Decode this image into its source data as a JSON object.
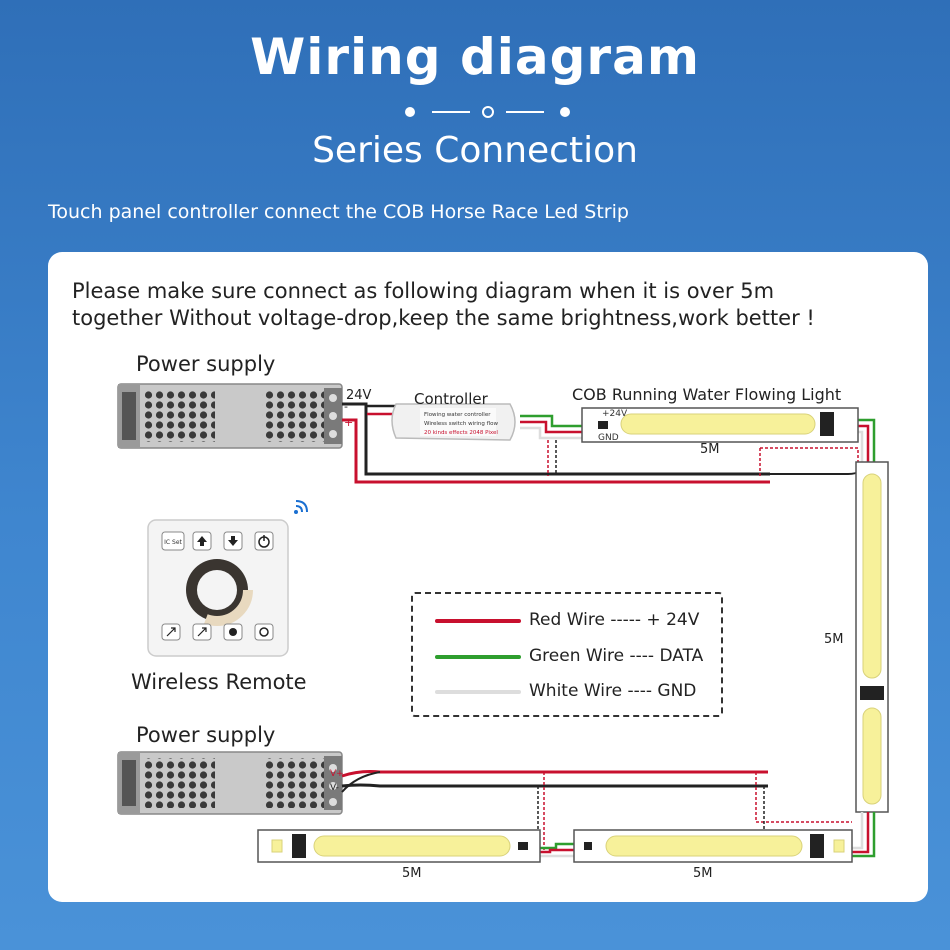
{
  "header": {
    "title": "Wiring diagram",
    "subtitle": "Series Connection",
    "intro": "Touch panel controller connect the COB Horse Race Led Strip"
  },
  "note": {
    "line1": "Please make sure connect as following diagram when it is over 5m",
    "line2": "together Without voltage-drop,keep the same brightness,work better !"
  },
  "labels": {
    "power_supply_top": "Power supply",
    "power_supply_bottom": "Power supply",
    "voltage": "24V",
    "controller": "Controller",
    "strip_title": "COB Running Water Flowing Light",
    "wireless_remote": "Wireless Remote",
    "strip_plus": "+24V",
    "strip_gnd": "GND",
    "length_top": "5M",
    "length_right": "5M",
    "length_bottom_left": "5M",
    "length_bottom_right": "5M",
    "psu_plus": "+",
    "psu_minus": "-",
    "psu_v_plus": "V+",
    "psu_v_minus": "V-"
  },
  "controller_text": {
    "line1": "Flowing water controller",
    "line2": "Wireless switch wiring flow",
    "line3": "20 kinds effects 2048 Pixel"
  },
  "remote": {
    "buttons_top": [
      "IC Set"
    ],
    "icons": [
      "arrow-up-icon",
      "arrow-down-icon",
      "power-icon",
      "rocket-icon",
      "rocket-icon",
      "gear-icon",
      "gear-icon"
    ],
    "signal_icon": "wifi-icon"
  },
  "legend": {
    "items": [
      {
        "text": "Red Wire ----- + 24V",
        "color": "#c8102e"
      },
      {
        "text": "Green Wire ---- DATA",
        "color": "#2e9e2e"
      },
      {
        "text": "White Wire ---- GND",
        "color": "#dddddd"
      }
    ]
  },
  "colors": {
    "red_wire": "#c8102e",
    "black_wire": "#222222",
    "green_wire": "#2e9e2e",
    "led_yellow": "#f7f19a",
    "background": "#3a7fc8"
  }
}
